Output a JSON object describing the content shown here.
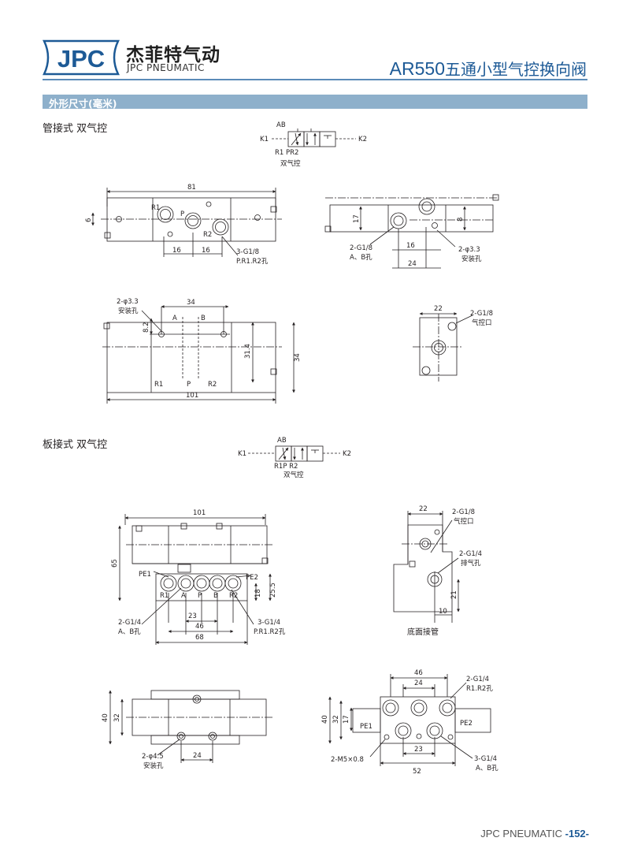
{
  "header": {
    "logo_text": "JPC",
    "brand_cn": "杰菲特气动",
    "brand_en": "JPC PNEUMATIC",
    "title_model": "AR550",
    "title_cn": "五通小型气控换向阀",
    "brand_color": "#1d5a96"
  },
  "section_bar": {
    "label": "外形尺寸(毫米)",
    "color": "#8eb0cb"
  },
  "tube_type": {
    "heading": "管接式 双气控",
    "symbol": {
      "top": "AB",
      "left": "K1",
      "right": "K2",
      "bottom": "R1 PR2",
      "caption": "双气控"
    },
    "top_view": {
      "width": "81",
      "dim_left": "6",
      "pitch1": "16",
      "pitch2": "16",
      "port_r1": "R1",
      "port_p": "P",
      "port_r2": "R2",
      "callout_line1": "3-G1/8",
      "callout_line2": "P.R1.R2孔"
    },
    "side_view": {
      "height": "17",
      "right_dim": "8",
      "pitch": "16",
      "width": "24",
      "left_line1": "2-G1/8",
      "left_line2": "A、B孔",
      "right_line1": "2-φ3.3",
      "right_line2": "安装孔"
    },
    "front_view": {
      "hole_line1": "2-φ3.3",
      "hole_line2": "安装孔",
      "ab_pitch": "34",
      "port_a": "A",
      "port_b": "B",
      "dim_82": "8.2",
      "dim_314": "31.4",
      "height": "34",
      "port_r1": "R1",
      "port_p": "P",
      "port_r2": "R2",
      "width": "101"
    },
    "end_view": {
      "width": "22",
      "label_line1": "2-G1/8",
      "label_line2": "气控口"
    }
  },
  "plate_type": {
    "heading": "板接式 双气控",
    "symbol": {
      "top": "AB",
      "left": "K1",
      "right": "K2",
      "bottom": "R1P R2",
      "caption": "双气控"
    },
    "front_view": {
      "width": "101",
      "height": "65",
      "pe1": "PE1",
      "pe2": "PE2",
      "dim_18": "18",
      "dim_255": "25.5",
      "ports": [
        "R1",
        "A",
        "P",
        "B",
        "R2"
      ],
      "dim_23": "23",
      "dim_46": "46",
      "dim_68": "68",
      "left_line1": "2-G1/4",
      "left_line2": "A、B孔",
      "right_line1": "3-G1/4",
      "right_line2": "P.R1.R2孔"
    },
    "side_view": {
      "width": "22",
      "top_line1": "2-G1/8",
      "top_line2": "气控口",
      "mid_line1": "2-G1/4",
      "mid_line2": "排气孔",
      "dim_21": "21",
      "dim_10": "10"
    },
    "bottom_caption": "底面接管",
    "top_view": {
      "dim_40": "40",
      "dim_32": "32",
      "dim_24": "24",
      "hole_line1": "2-φ4.5",
      "hole_line2": "安装孔"
    },
    "base_view": {
      "dim_46": "46",
      "dim_24": "24",
      "top_line1": "2-G1/4",
      "top_line2": "R1.R2孔",
      "dim_40": "40",
      "dim_32": "32",
      "dim_17": "17",
      "pe1": "PE1",
      "pe2": "PE2",
      "dim_23": "23",
      "dim_52": "52",
      "left_callout": "2-M5×0.8",
      "right_line1": "3-G1/4",
      "right_line2": "A、B孔"
    }
  },
  "footer": {
    "brand": "JPC PNEUMATIC",
    "page": "-152-"
  }
}
